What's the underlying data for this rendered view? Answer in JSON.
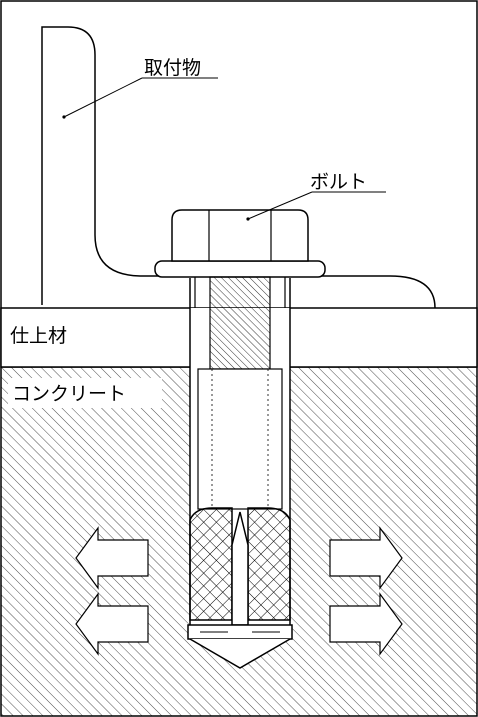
{
  "labels": {
    "fixture": "取付物",
    "bolt": "ボルト",
    "finish": "仕上材",
    "concrete": "コンクリート"
  },
  "arrows": {
    "direction_left": "outward-left",
    "direction_right": "outward-right",
    "count_per_side": 2
  },
  "colors": {
    "line": "#000000",
    "background": "#ffffff",
    "hatch": "#000000"
  }
}
